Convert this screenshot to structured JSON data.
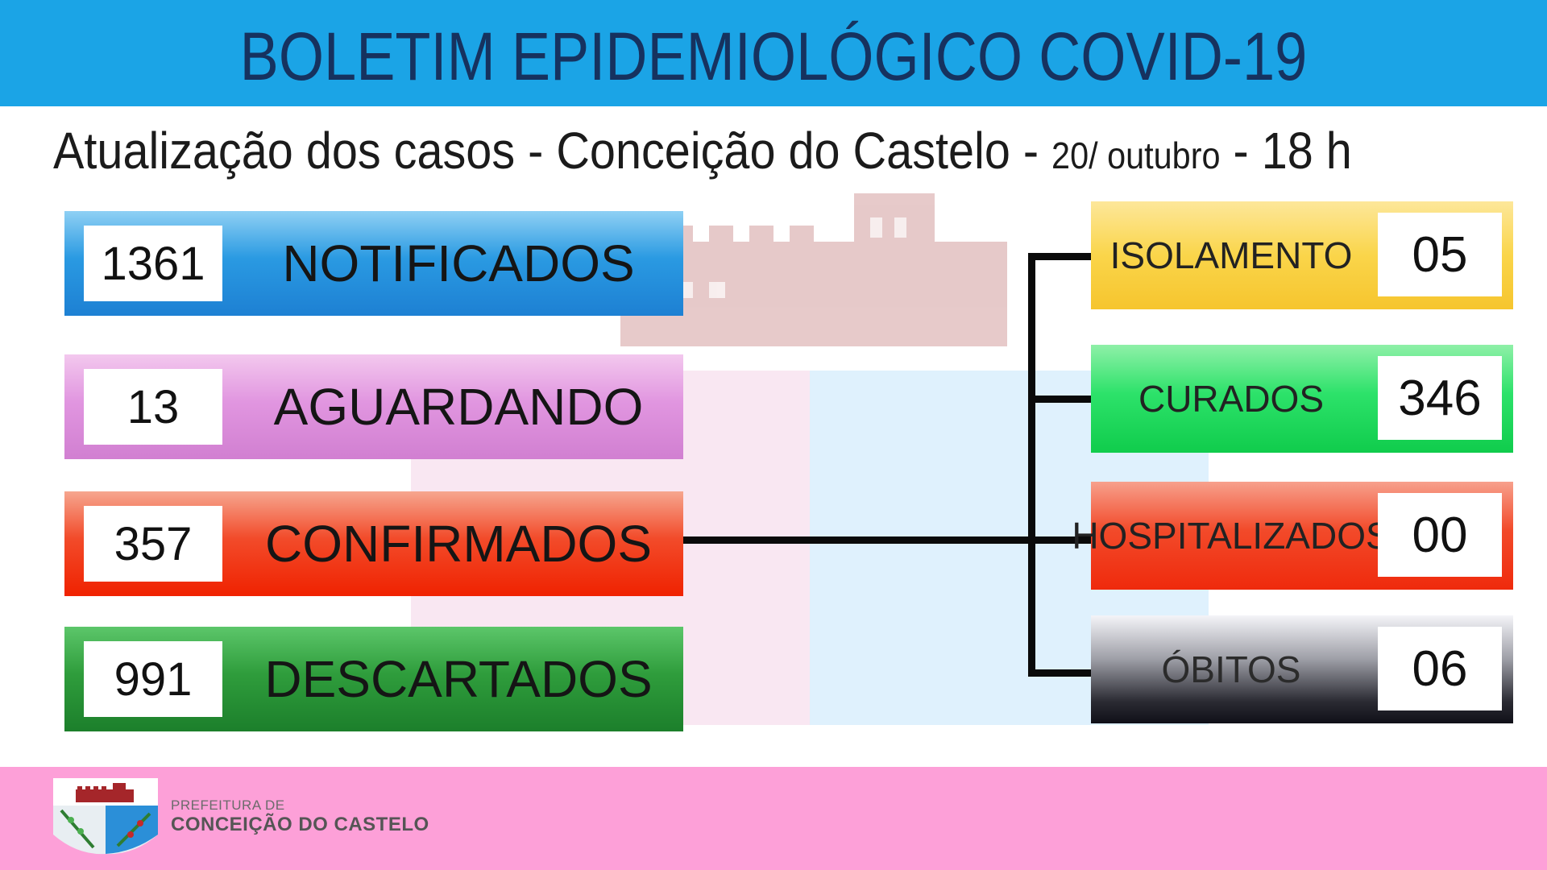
{
  "header": {
    "title": "BOLETIM EPIDEMIOLÓGICO COVID-19",
    "subtitle_main": "Atualização dos casos - Conceição do Castelo - ",
    "subtitle_date": "20/ outubro",
    "subtitle_time": " - 18 h"
  },
  "left_stats": [
    {
      "value": "1361",
      "label": "NOTIFICADOS",
      "color": "#1d80d3"
    },
    {
      "value": "13",
      "label": "AGUARDANDO",
      "color": "#d17fd1"
    },
    {
      "value": "357",
      "label": "CONFIRMADOS",
      "color": "#f02200"
    },
    {
      "value": "991",
      "label": "DESCARTADOS",
      "color": "#1c7f2b"
    }
  ],
  "right_stats": [
    {
      "label": "ISOLAMENTO",
      "value": "05",
      "color": "#f6c52e"
    },
    {
      "label": "CURADOS",
      "value": "346",
      "color": "#10cc4c"
    },
    {
      "label": "HOSPITALIZADOS",
      "value": "00",
      "color": "#ef2a0c"
    },
    {
      "label": "ÓBITOS",
      "value": "06",
      "color": "#101018"
    }
  ],
  "footer": {
    "org_small": "PREFEITURA DE",
    "org_name": "CONCEIÇÃO DO CASTELO"
  },
  "colors": {
    "header_bg": "#1ba4e6",
    "title_text": "#16325f",
    "footer_bg": "#fda0d8"
  }
}
